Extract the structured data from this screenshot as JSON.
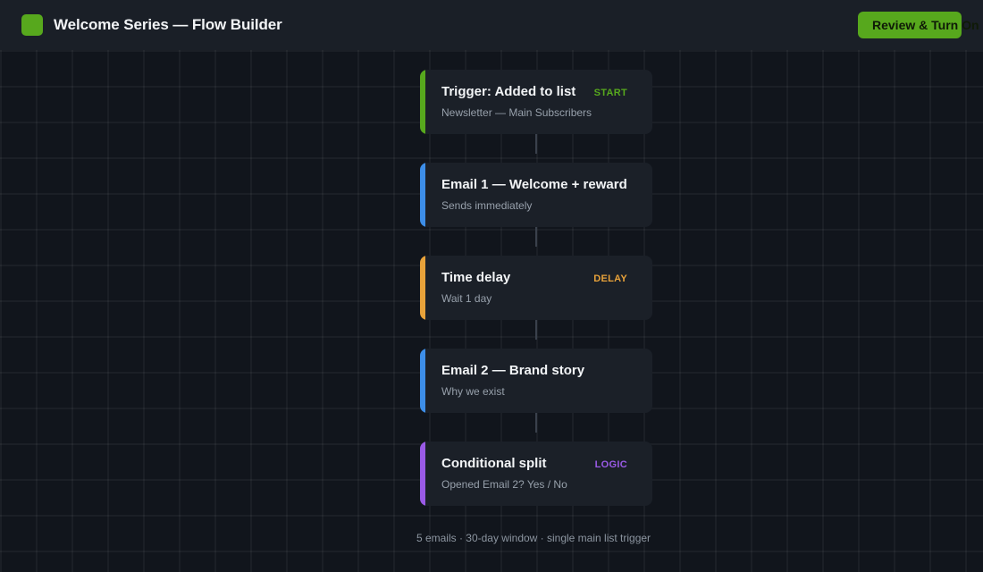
{
  "header": {
    "title": "Welcome Series — Flow Builder",
    "cta_label": "Review & Turn On",
    "logo_color": "#57a81d"
  },
  "nodes": [
    {
      "title": "Trigger: Added to list",
      "subtitle": "Newsletter — Main Subscribers",
      "tag": "START",
      "accent": "#57a81d",
      "tag_color": "#57a81d"
    },
    {
      "title": "Email 1 — Welcome + reward",
      "subtitle": "Sends immediately",
      "tag": "",
      "accent": "#3d8ee8",
      "tag_color": ""
    },
    {
      "title": "Time delay",
      "subtitle": "Wait 1 day",
      "tag": "DELAY",
      "accent": "#e8a23a",
      "tag_color": "#e8a23a"
    },
    {
      "title": "Email 2 — Brand story",
      "subtitle": "Why we exist",
      "tag": "",
      "accent": "#3d8ee8",
      "tag_color": ""
    },
    {
      "title": "Conditional split",
      "subtitle": "Opened Email 2?  Yes / No",
      "tag": "LOGIC",
      "accent": "#9a5ae6",
      "tag_color": "#9a5ae6"
    }
  ],
  "footer": {
    "summary": "5 emails · 30-day window · single main list trigger"
  }
}
